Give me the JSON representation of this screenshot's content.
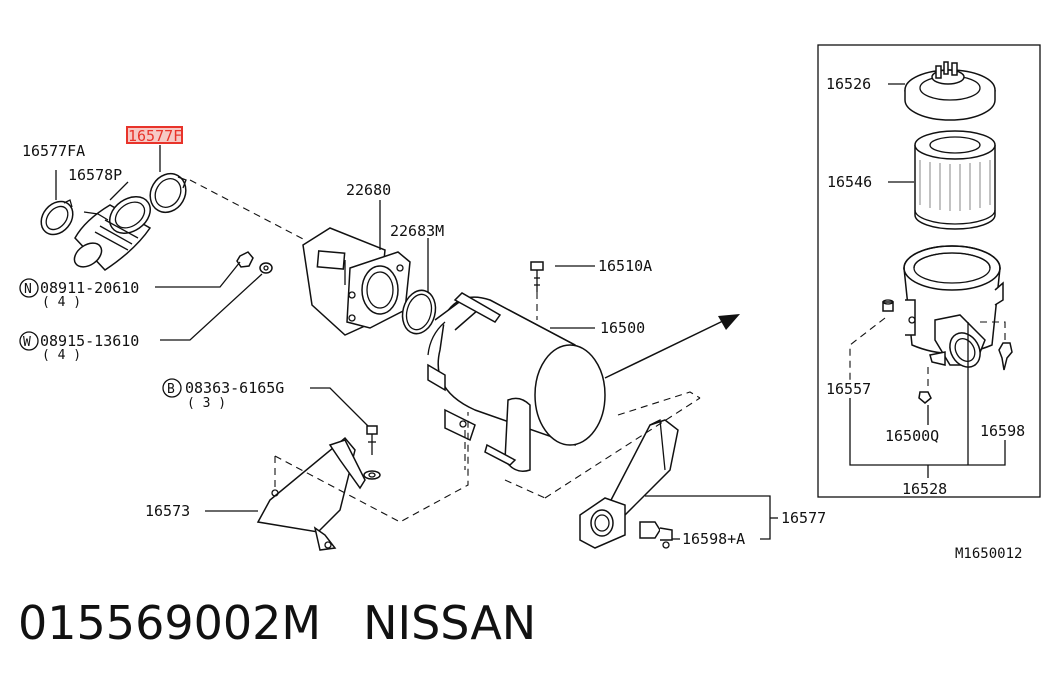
{
  "labels": {
    "l16577FA": "16577FA",
    "l16577F": "16577F",
    "l16578P": "16578P",
    "l22680": "22680",
    "l22683M": "22683M",
    "l16510A": "16510A",
    "l16500": "16500",
    "l08911": "08911-20610",
    "l08911_qty": "( 4 )",
    "l08911_prefix": "N",
    "l08915": "08915-13610",
    "l08915_qty": "( 4 )",
    "l08915_prefix": "W",
    "l08363": "08363-6165G",
    "l08363_qty": "( 3 )",
    "l08363_prefix": "B",
    "l16573": "16573",
    "l16577": "16577",
    "l16598A": "16598+A",
    "l16526": "16526",
    "l16546": "16546",
    "l16557": "16557",
    "l16500Q": "16500Q",
    "l16598": "16598",
    "l16528": "16528",
    "ref": "M1650012"
  },
  "caption": {
    "part_number": "015569002M",
    "brand": "NISSAN"
  },
  "colors": {
    "highlight": "#e8332a",
    "ink": "#111111"
  }
}
